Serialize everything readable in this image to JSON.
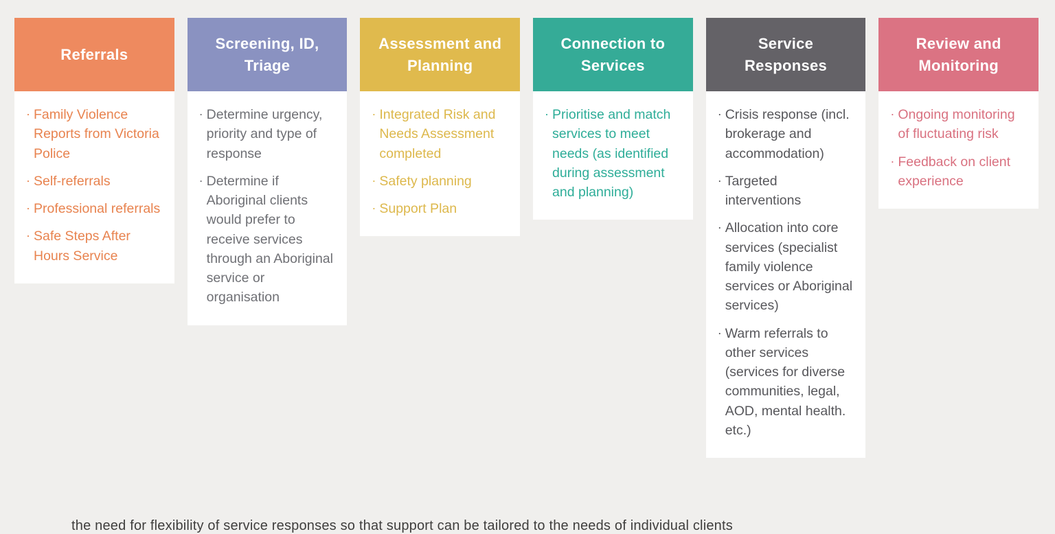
{
  "background_color": "#f0efed",
  "columns": [
    {
      "title": "Referrals",
      "header_color": "#ee8a5f",
      "text_color": "#e8834f",
      "items": [
        "Family Violence Reports from Victoria Police",
        "Self-referrals",
        "Professional referrals",
        "Safe Steps After Hours Service"
      ]
    },
    {
      "title": "Screening, ID, Triage",
      "header_color": "#8a92c1",
      "text_color": "#6f7075",
      "items": [
        "Determine urgency, priority and type of response",
        "Determine if Aboriginal clients would prefer to receive services through an Aboriginal service or organisation"
      ]
    },
    {
      "title": "Assessment and Planning",
      "header_color": "#e0ba4d",
      "text_color": "#ddb84c",
      "items": [
        "Integrated Risk and Needs Assessment completed",
        "Safety planning",
        "Support Plan"
      ]
    },
    {
      "title": "Connection to Services",
      "header_color": "#35ab97",
      "text_color": "#2ead98",
      "items": [
        "Prioritise and match services to meet needs (as identified during assessment and planning)"
      ]
    },
    {
      "title": "Service Responses",
      "header_color": "#646267",
      "text_color": "#57575b",
      "items": [
        "Crisis response (incl. brokerage and accommodation)",
        "Targeted interventions",
        "Allocation into core services (specialist family violence services or Aboriginal services)",
        "Warm referrals to other services (services for diverse communities, legal, AOD, mental health. etc.)"
      ]
    },
    {
      "title": "Review and Monitoring",
      "header_color": "#db7383",
      "text_color": "#d97180",
      "items": [
        "Ongoing monitoring of fluctuating risk",
        "Feedback on client experience"
      ]
    }
  ],
  "bottom_text_fragment": "the need for flexibility of service responses so that support can be tailored to the needs of individual clients"
}
